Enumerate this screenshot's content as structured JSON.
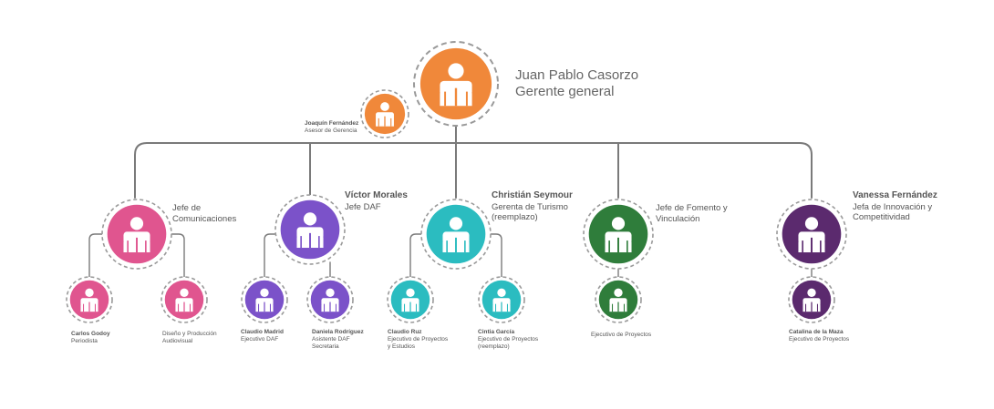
{
  "colors": {
    "orange": "#f0883a",
    "pink": "#e0558f",
    "purple": "#7b52c9",
    "teal": "#2bbcc0",
    "green": "#2f7d3b",
    "plum": "#5b2a6e",
    "line": "#7a7a7a",
    "dash": "#9a9a9a"
  },
  "nodes": {
    "ceo": {
      "line1": "Juan Pablo Casorzo",
      "line2": "Gerente general"
    },
    "advisor": {
      "name": "Joaquín Fernández",
      "role": "Asesor de Gerencia"
    },
    "comms": {
      "line1": "Jefe de",
      "line2": "Comunicaciones"
    },
    "daf": {
      "name": "Víctor Morales",
      "role": "Jefe DAF"
    },
    "tourism": {
      "name": "Christián Seymour",
      "line2": "Gerenta de Turismo",
      "line3": "(reemplazo)"
    },
    "fomento": {
      "line1": "Jefe de Fomento y",
      "line2": "Vinculación"
    },
    "innovation": {
      "name": "Vanessa Fernández",
      "line2": "Jefa de Innovación y",
      "line3": "Competitividad"
    },
    "godoy": {
      "name": "Carlos Godoy",
      "role": "Periodista"
    },
    "design": {
      "line1": "Diseño y Producción",
      "line2": "Audiovisual"
    },
    "madrid": {
      "name": "Claudio Madrid",
      "role": "Ejecutivo DAF"
    },
    "rodriguez": {
      "name": "Daniela Rodríguez",
      "role": "Asistente DAF",
      "role2": "Secretaria"
    },
    "ruz": {
      "name": "Claudio Ruz",
      "role": "Ejecutivo de Proyectos",
      "role2": "y Estudios"
    },
    "garcia": {
      "name": "Cintia García",
      "role": "Ejecutivo de Proyectos",
      "role2": "(reemplazo)"
    },
    "proyectos": {
      "line1": "Ejecutivo de Proyectos"
    },
    "maza": {
      "name": "Catalina de la Maza",
      "role": "Ejecutivo de Proyectos"
    }
  }
}
